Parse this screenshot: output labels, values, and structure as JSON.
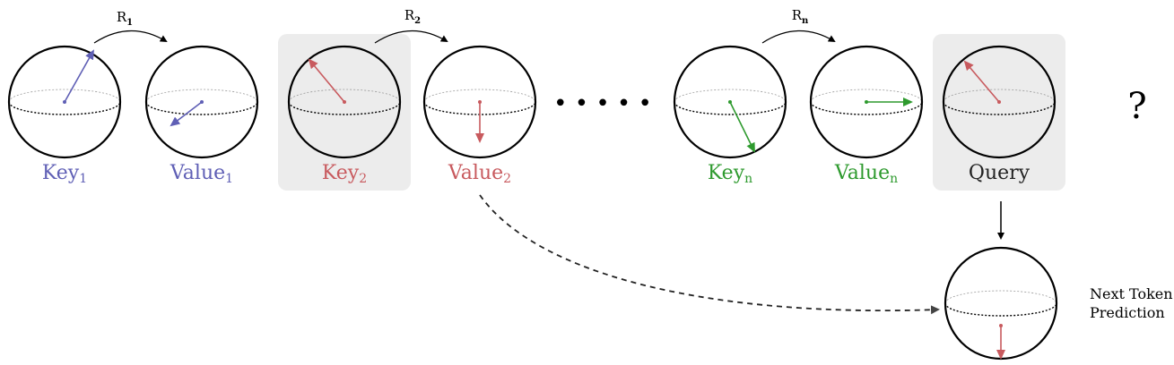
{
  "colors": {
    "blue": "#5f5fb5",
    "red": "#c85a5e",
    "green": "#2e9a2e",
    "highlight": "#ececec",
    "stroke": "#000000",
    "dashed": "#666666"
  },
  "diagram": {
    "spheres": [
      {
        "id": "key1",
        "label": "Key",
        "sub": "1",
        "color": "blue"
      },
      {
        "id": "value1",
        "label": "Value",
        "sub": "1",
        "color": "blue"
      },
      {
        "id": "key2",
        "label": "Key",
        "sub": "2",
        "color": "red"
      },
      {
        "id": "value2",
        "label": "Value",
        "sub": "2",
        "color": "red"
      },
      {
        "id": "keyn",
        "label": "Key",
        "sub": "n",
        "color": "green"
      },
      {
        "id": "valuen",
        "label": "Value",
        "sub": "n",
        "color": "green"
      },
      {
        "id": "query",
        "label": "Query",
        "sub": "",
        "color": "black"
      },
      {
        "id": "prediction",
        "label": "",
        "sub": "",
        "color": "red"
      }
    ],
    "rotations": [
      {
        "id": "r1",
        "letter": "R",
        "sub": "1"
      },
      {
        "id": "r2",
        "letter": "R",
        "sub": "2"
      },
      {
        "id": "rn",
        "letter": "R",
        "sub": "n"
      }
    ],
    "ellipsis": "• • • • •",
    "question": "?",
    "next_token_line1": "Next Token",
    "next_token_line2": "Prediction"
  }
}
